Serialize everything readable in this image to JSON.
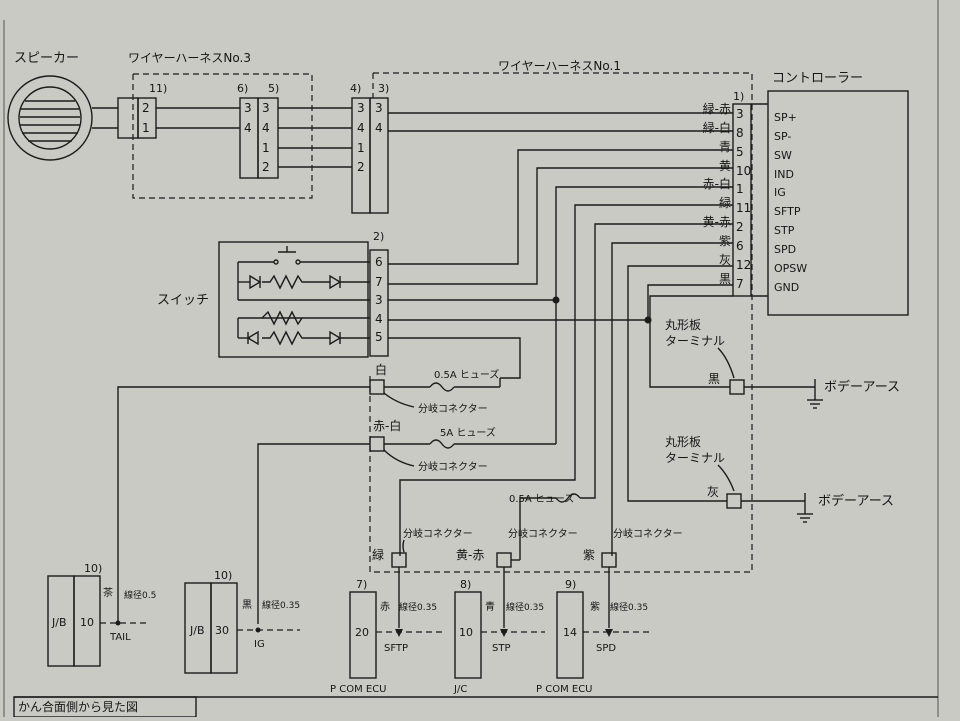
{
  "labels": {
    "speaker": "スピーカー",
    "harness3": "ワイヤーハーネスNo.3",
    "harness1": "ワイヤーハーネスNo.1",
    "controller": "コントローラー",
    "switch": "スイッチ",
    "round_terminal": "丸形板",
    "round_terminal2": "ターミナル",
    "body_earth": "ボデーアース",
    "branch": "分岐コネクター",
    "fuse_05": "0.5A ヒューズ",
    "fuse_5": "5A ヒューズ",
    "footer": "かん合面側から見た図"
  },
  "connectors": {
    "c1": "1)",
    "c2": "2)",
    "c3": "3)",
    "c4": "4)",
    "c5": "5)",
    "c6": "6)",
    "c7": "7)",
    "c8": "8)",
    "c9": "9)",
    "c10a": "10)",
    "c10b": "10)",
    "c11": "11)"
  },
  "controller_pins": [
    "SP+",
    "SP-",
    "SW",
    "IND",
    "IG",
    "SFTP",
    "STP",
    "SPD",
    "OPSW",
    "GND"
  ],
  "c1_pins": [
    "3",
    "8",
    "5",
    "10",
    "1",
    "11",
    "2",
    "6",
    "12",
    "7"
  ],
  "c1_colors": [
    "緑-赤",
    "緑-白",
    "青",
    "黄",
    "赤-白",
    "緑",
    "黄-赤",
    "紫",
    "灰",
    "黒"
  ],
  "c11_pins": [
    "2",
    "1"
  ],
  "c6_pins": [
    "3",
    "4"
  ],
  "c5_pins": [
    "3",
    "4",
    "1",
    "2"
  ],
  "c4_pins": [
    "3",
    "4",
    "1",
    "2"
  ],
  "c3_pins": [
    "3",
    "4"
  ],
  "c2_pins": [
    "6",
    "7",
    "3",
    "4",
    "5"
  ],
  "wire_colors": {
    "white": "白",
    "red_white": "赤-白",
    "green": "緑",
    "yellow_red": "黄-赤",
    "purple": "紫",
    "black": "黒",
    "gray": "灰"
  },
  "bottom": {
    "jb1": "J/B",
    "jb1_pin": "10",
    "jb1_color": "茶",
    "jb1_gauge": "線径0.5",
    "jb1_sig": "TAIL",
    "jb2": "J/B",
    "jb2_pin": "30",
    "jb2_color": "黒",
    "jb2_gauge": "線径0.35",
    "jb2_sig": "IG",
    "p1_pin": "20",
    "p1_color": "赤",
    "p1_gauge": "線径0.35",
    "p1_sig": "SFTP",
    "p1_name": "P COM ECU",
    "p2_pin": "10",
    "p2_color": "青",
    "p2_gauge": "線径0.35",
    "p2_sig": "STP",
    "p2_name": "J/C",
    "p3_pin": "14",
    "p3_color": "紫",
    "p3_gauge": "線径0.35",
    "p3_sig": "SPD",
    "p3_name": "P COM ECU"
  }
}
